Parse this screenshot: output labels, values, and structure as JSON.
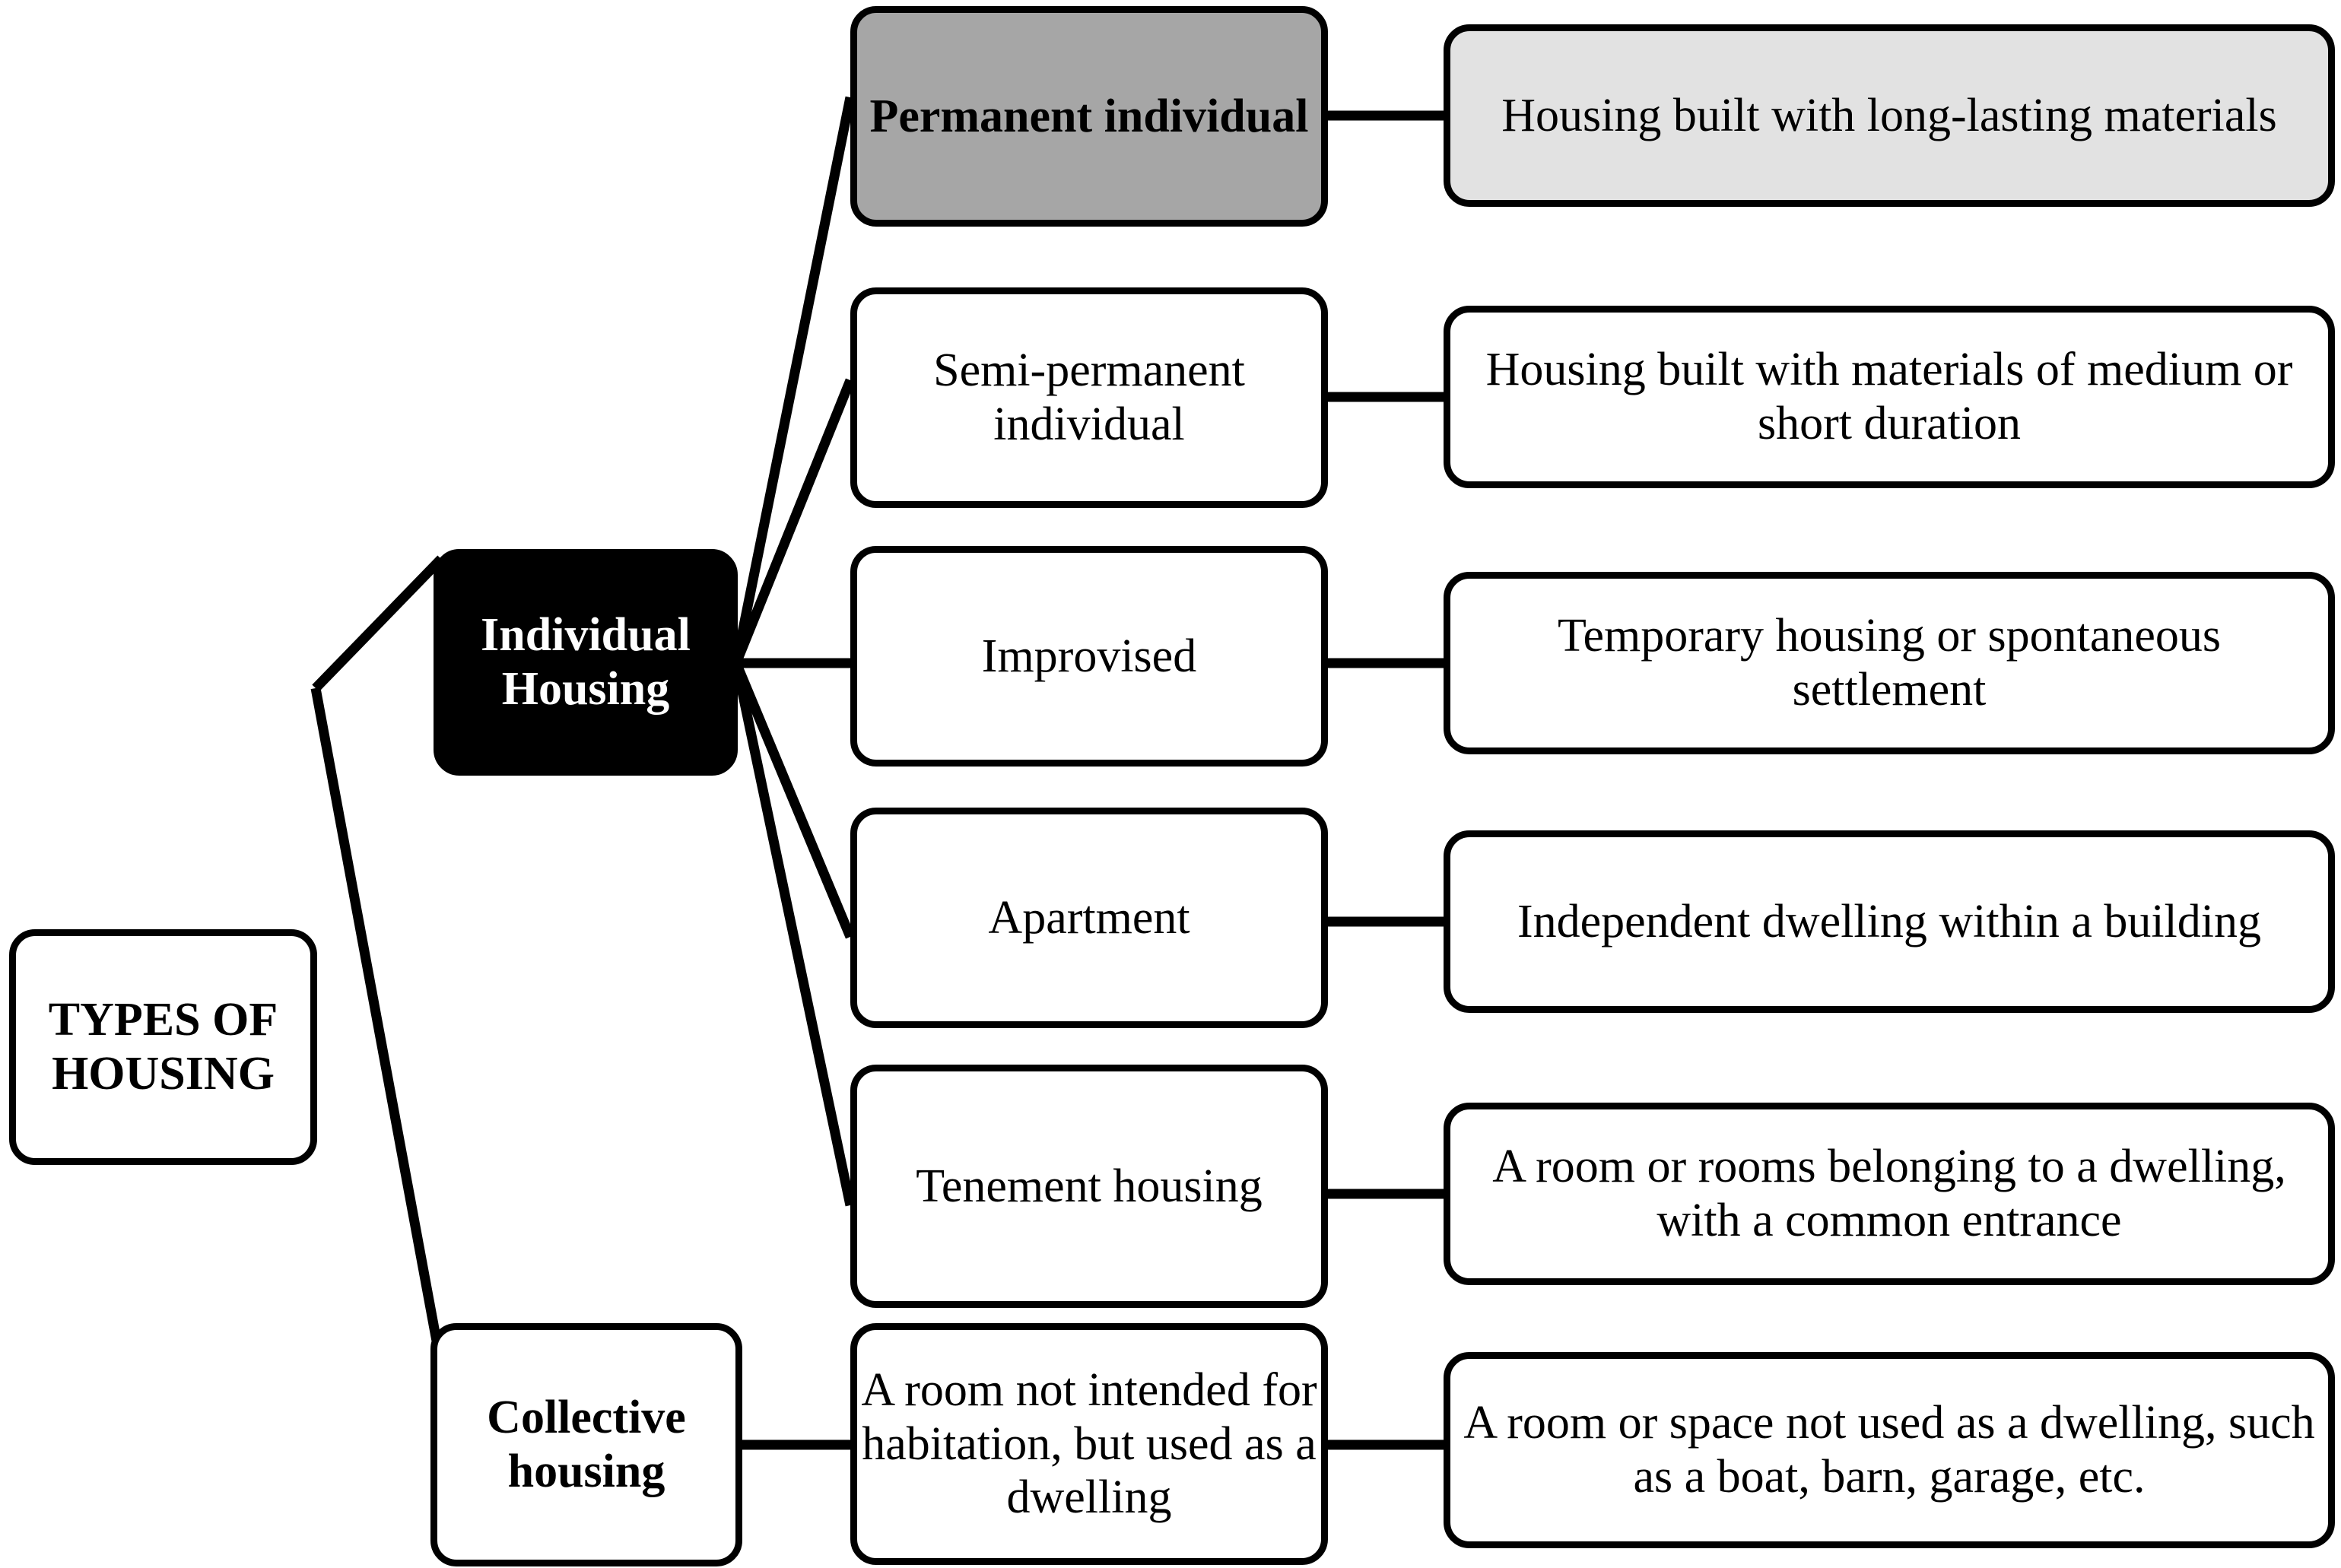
{
  "diagram": {
    "title": "TYPES OF HOUSING",
    "colors": {
      "dark_node_fill": "#000000",
      "dark_node_text": "#ffffff",
      "shaded_node_fill": "#a6a6a6",
      "shaded_desc_fill": "#e2e2e2",
      "default_fill": "#ffffff",
      "stroke": "#000000"
    },
    "root": {
      "label": "TYPES OF HOUSING"
    },
    "branches": [
      {
        "label": "Individual Housing",
        "style": "dark"
      },
      {
        "label": "Collective housing",
        "style": "bold"
      }
    ],
    "types": [
      {
        "label": "Permanent individual",
        "style": "shaded",
        "description": "Housing built with long-lasting materials",
        "description_style": "shaded"
      },
      {
        "label": "Semi-permanent individual",
        "style": "plain",
        "description": "Housing built with materials of medium or short duration",
        "description_style": "plain"
      },
      {
        "label": "Improvised",
        "style": "plain",
        "description": "Temporary housing or spontaneous settlement",
        "description_style": "plain"
      },
      {
        "label": "Apartment",
        "style": "plain",
        "description": "Independent dwelling within a building",
        "description_style": "plain"
      },
      {
        "label": "Tenement housing",
        "style": "plain",
        "description": "A room or rooms belonging to a dwelling, with a common entrance",
        "description_style": "plain"
      },
      {
        "label": "A room not intended for habitation, but used as a dwelling",
        "style": "plain",
        "description": "A room or space not used as a dwelling, such as a boat, barn, garage, etc.",
        "description_style": "plain"
      }
    ]
  }
}
